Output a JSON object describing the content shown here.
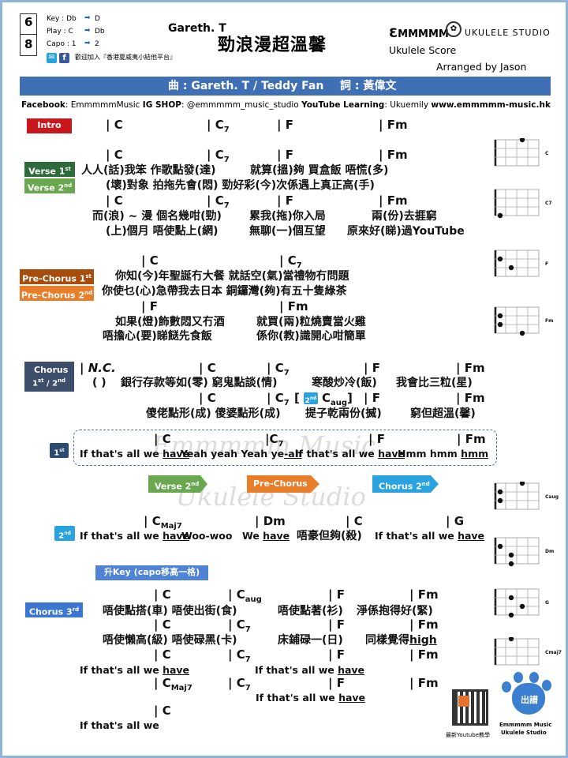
{
  "header": {
    "time_signature": [
      "6",
      "8"
    ],
    "key_label": "Key : Db",
    "key_target": "D",
    "play_label": "Play : C",
    "play_target": "Db",
    "capo_label": "Capo : 1",
    "capo_target": "2",
    "facebook_note": "歡迎加入『香港夏威夷小結他平台』",
    "artist": "Gareth. T",
    "title": "勁浪漫超溫馨",
    "brand": "MMMMM",
    "brand_suffix": "UKULELE STUDIO",
    "score_type": "Ukulele Score",
    "arranger": "Arranged by Jason"
  },
  "credits": {
    "composer": "曲 : Gareth. T / Teddy Fan",
    "lyricist": "詞 : 黃偉文"
  },
  "social": {
    "fb_label": "Facebook",
    "fb_value": ": EmmmmmMusic",
    "ig_label": "IG SHOP",
    "ig_value": ": @emmmmm_music_studio",
    "yt_label": "YouTube Learning",
    "yt_value": ": Ukuemily",
    "website": "www.emmmmm-music.hk"
  },
  "sections": {
    "intro": "Intro",
    "verse1": "Verse 1",
    "verse1_sup": "st",
    "verse2": "Verse 2",
    "verse2_sup": "nd",
    "pre1": "Pre-Chorus 1",
    "pre1_sup": "st",
    "pre2": "Pre-Chorus 2",
    "pre2_sup": "nd",
    "chorus": "Chorus",
    "chorus_sub": "1",
    "chorus_sub_sup": "st",
    "chorus_sub_sep": " / 2",
    "chorus_sub_sup2": "nd",
    "first": "1",
    "first_sup": "st",
    "second": "2",
    "second_sup": "nd",
    "go_verse2": "Verse 2",
    "go_pre2": "Pre-Chorus 2",
    "go_chorus2": "Chorus 2",
    "go_sup": "nd",
    "key_up": "升Key (capo移高一格)",
    "chorus3": "Chorus 3",
    "chorus3_sup": "rd"
  },
  "chords": {
    "bar": "|",
    "c": "C",
    "c7": "C",
    "c7_sub": "7",
    "f": "F",
    "fm": "Fm",
    "caug": "C",
    "caug_sub": "aug",
    "cmaj7": "C",
    "cmaj7_sub": "Maj7",
    "dm": "Dm",
    "g": "G",
    "nc": "N.C.",
    "bracket_open": "[",
    "bracket_close": "]"
  },
  "lyrics": {
    "v1a": "人人(話)我笨  作歌點發(達)",
    "v1b": "就算(搵)夠  買盒飯  唔慌(多)",
    "v2a": "(壞)對象  拍拖先會(悶)  勁好彩(今)次係遇上真正高(手)",
    "v1c": "而(浪) ~ 漫  個名幾咁(勁)",
    "v1d": "累我(拖)你入局",
    "v1e": "兩(份)去捱窮",
    "v2b": "(上)個月  唔使點上(網)",
    "v2c": "無聊(一)個互望",
    "v2d": "原來好(睇)過YouTube",
    "p1a": "你知(今)年聖誕冇大餐  就話空(氣)當禮物冇問題",
    "p2a": "你使乜(心)急帶我去日本  銅鑼灣(夠)有五十隻綠茶",
    "p1b": "如果(燈)飾數悶又冇酒",
    "p1c": "就買(兩)粒燒賣當火雞",
    "p2b": "唔擔心(要)睇餸先食飯",
    "p2c": "係你(教)識開心咁簡單",
    "c1a": "( )",
    "c1b": "銀行存款等如(零)  窮鬼點談(情)",
    "c1c": "寒酸炒冷(飯)",
    "c1d": "我會比三粒(星)",
    "c1e": "傻佬點形(成)  傻婆點形(成)",
    "c1f": "提子乾兩份(搣)",
    "c1g": "窮但超溫(馨)",
    "e1a": "If that's all we ",
    "e1b": "have",
    "e1c": "Yeah yeah Yeah ye",
    "e1d": "-ah",
    "e1e": "If that's all we ",
    "e1f": "have",
    "e1g": "Hmm hmm ",
    "e1h": "hmm",
    "e2a": "If that's all we ",
    "e2b": "have",
    "e2c": "Woo-woo",
    "e2d": "We ",
    "e2e": "have",
    "e2f": "唔豪但夠(殺)",
    "e2g": "If that's all we ",
    "e2h": "have",
    "c3a": "唔使點搭(車)  唔使出街(食)",
    "c3b": "唔使點著(衫)",
    "c3c": "淨係抱得好(緊)",
    "c3d": "唔使懶高(級)  唔使碌黑(卡)",
    "c3e": "床鋪碌一(日)",
    "c3f": "同樣覺得",
    "c3g": "high",
    "c3h": "If that's all we ",
    "c3i": "have",
    "c3j": "If that's all we ",
    "c3k": "have",
    "c3l": "If that's all we ",
    "c3m": "have",
    "c3n": "If that's all we"
  },
  "diagrams": [
    "C",
    "C7",
    "F",
    "Fm",
    "Caug",
    "Dm",
    "G",
    "Cmaj7"
  ],
  "footer": {
    "qr_caption": "最新Youtube教學",
    "paw_text": "出譜",
    "logo_line1": "Emmmmm Music",
    "logo_line2": "Ukulele Studio"
  },
  "colors": {
    "intro": "#c9171e",
    "verse1": "#2e6b3a",
    "verse2": "#6aa84f",
    "pre1": "#a64d0b",
    "pre2": "#e87d2a",
    "chorus": "#3d4e6b",
    "first": "#2b4a6f",
    "second": "#29a3e0",
    "credits_bar": "#3f6fb5",
    "key_up": "#4f83d6",
    "chorus3": "#3b76d0"
  }
}
